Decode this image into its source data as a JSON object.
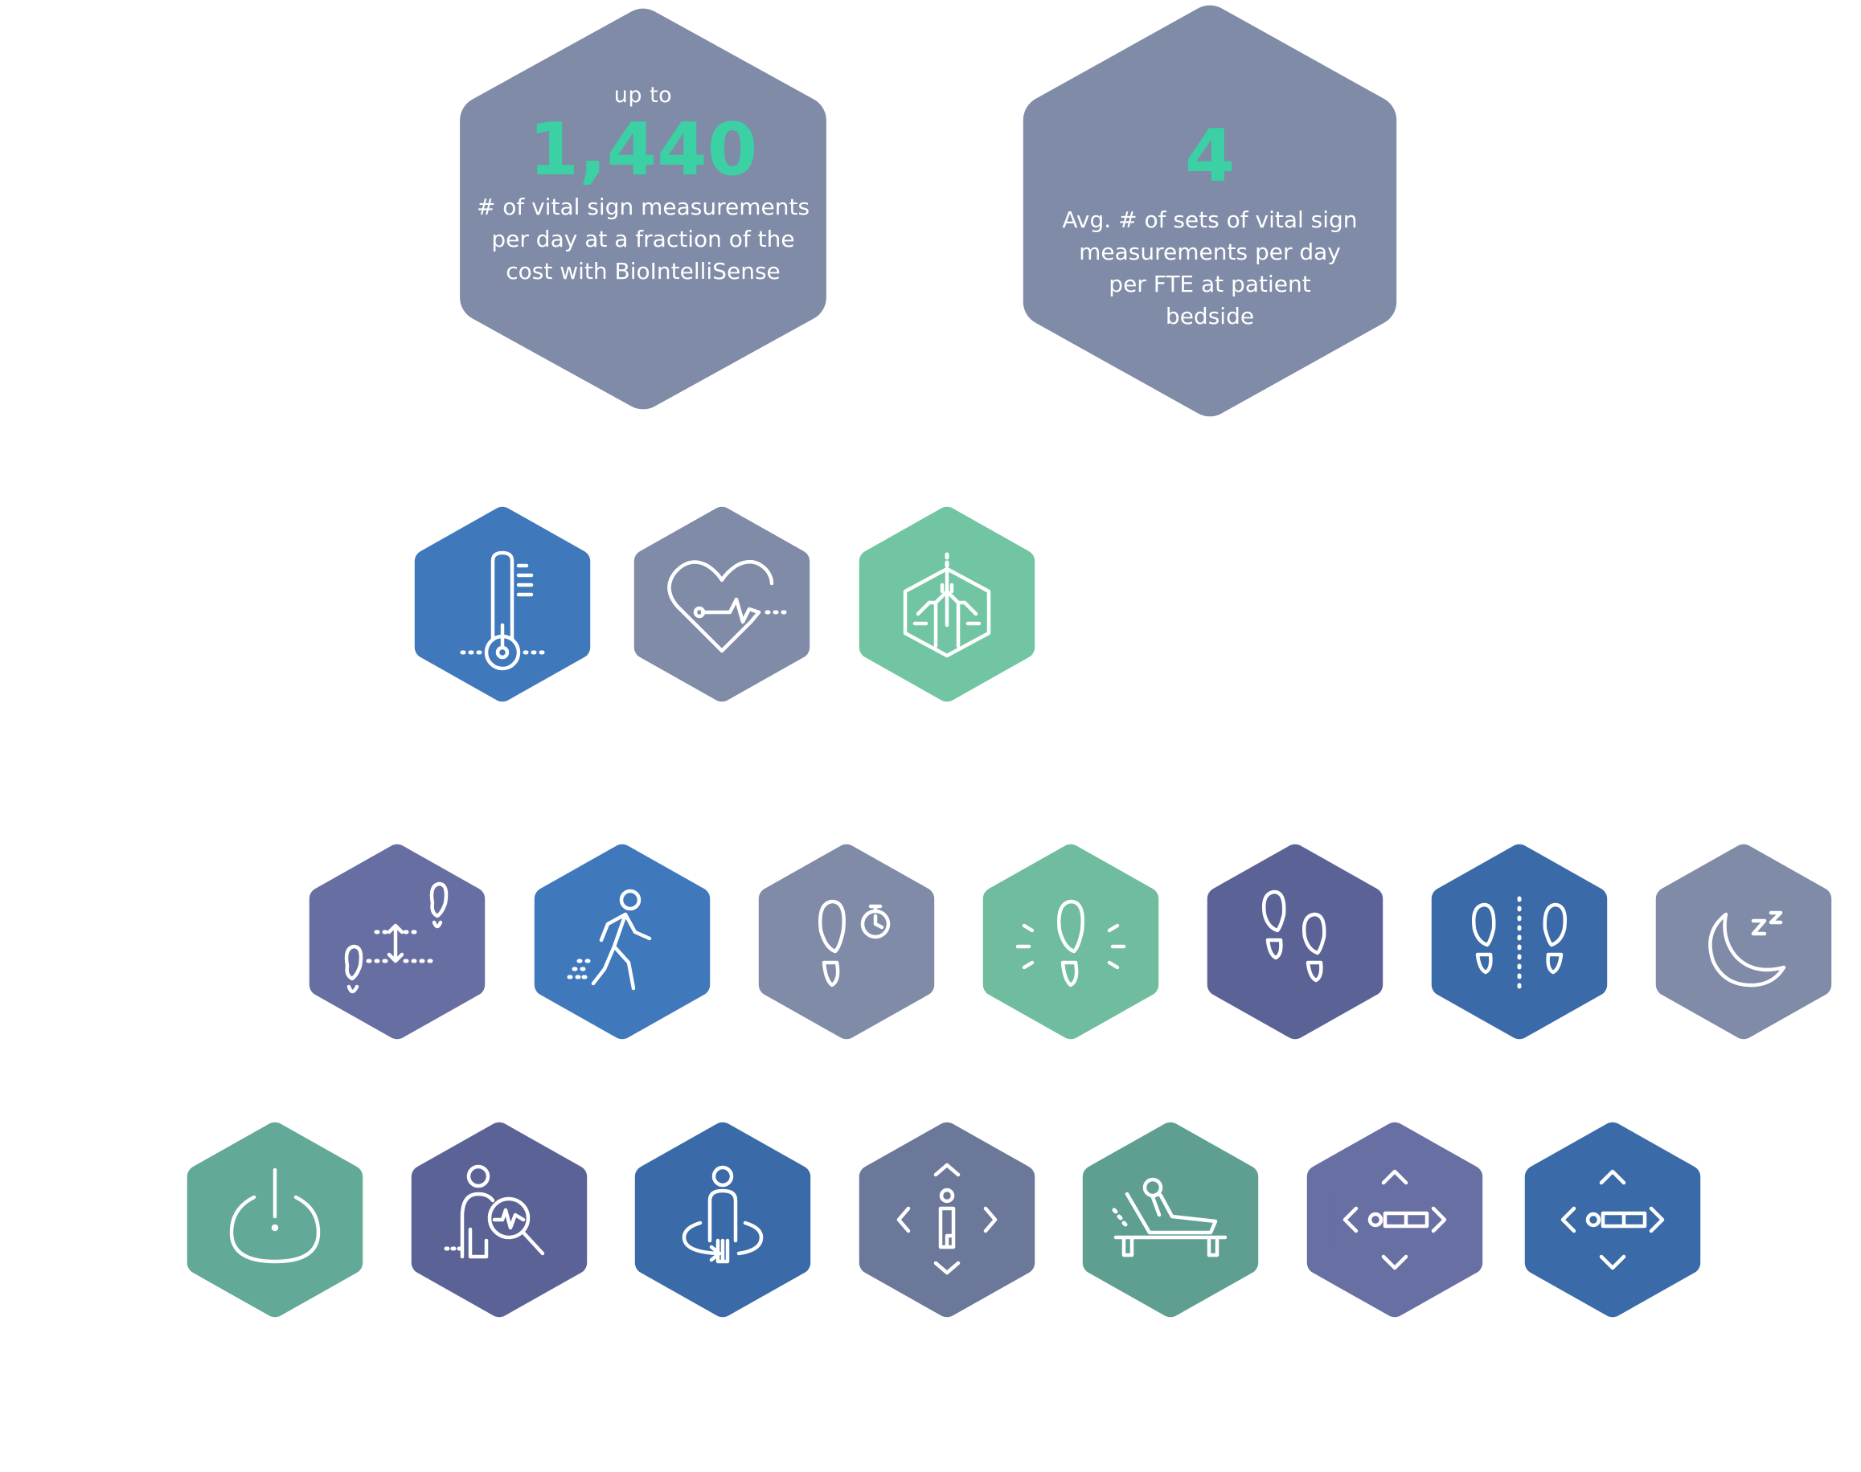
{
  "stats": [
    {
      "prefix": "up to",
      "value": "1,440",
      "description_lines": [
        "# of vital sign measurements",
        "per day at a fraction of the",
        "cost with BioIntelliSense"
      ]
    },
    {
      "prefix": "",
      "value": "4",
      "description_lines": [
        "Avg. # of sets of vital sign",
        "measurements per day",
        "per FTE at patient",
        "bedside"
      ]
    }
  ],
  "colors": {
    "slate": "#7f8ba7",
    "blue": "#3f78bb",
    "green": "#71c5a2",
    "purple": "#676ea1",
    "indigo": "#5b6396",
    "teal": "#5f9f92",
    "navy": "#3a6aa7",
    "value_green": "#3bd1a5"
  },
  "icons": [
    {
      "name": "temperature-icon",
      "color": "#3f78bb"
    },
    {
      "name": "heart-rate-icon",
      "color": "#7f8ba7"
    },
    {
      "name": "lungs-respiratory-icon",
      "color": "#71c5a2"
    },
    {
      "name": "gait-step-length-icon",
      "color": "#676ea1"
    },
    {
      "name": "walking-person-icon",
      "color": "#3f78bb"
    },
    {
      "name": "step-timer-icon",
      "color": "#7f8ba7"
    },
    {
      "name": "footstep-activity-icon",
      "color": "#6fbc9e"
    },
    {
      "name": "two-footprints-icon",
      "color": "#5b6396"
    },
    {
      "name": "footprints-divided-icon",
      "color": "#3a6aa7"
    },
    {
      "name": "sleep-moon-icon",
      "color": "#7f8ba7"
    },
    {
      "name": "power-icon",
      "color": "#62a997"
    },
    {
      "name": "person-analysis-icon",
      "color": "#5b6396"
    },
    {
      "name": "person-rotate-icon",
      "color": "#3a6aa7"
    },
    {
      "name": "standing-body-position-icon",
      "color": "#6b7899"
    },
    {
      "name": "reclining-chair-icon",
      "color": "#5f9f92"
    },
    {
      "name": "lying-body-position-icon",
      "color": "#686fa3"
    },
    {
      "name": "lying-body-position-alt-icon",
      "color": "#3a6aa7"
    }
  ]
}
